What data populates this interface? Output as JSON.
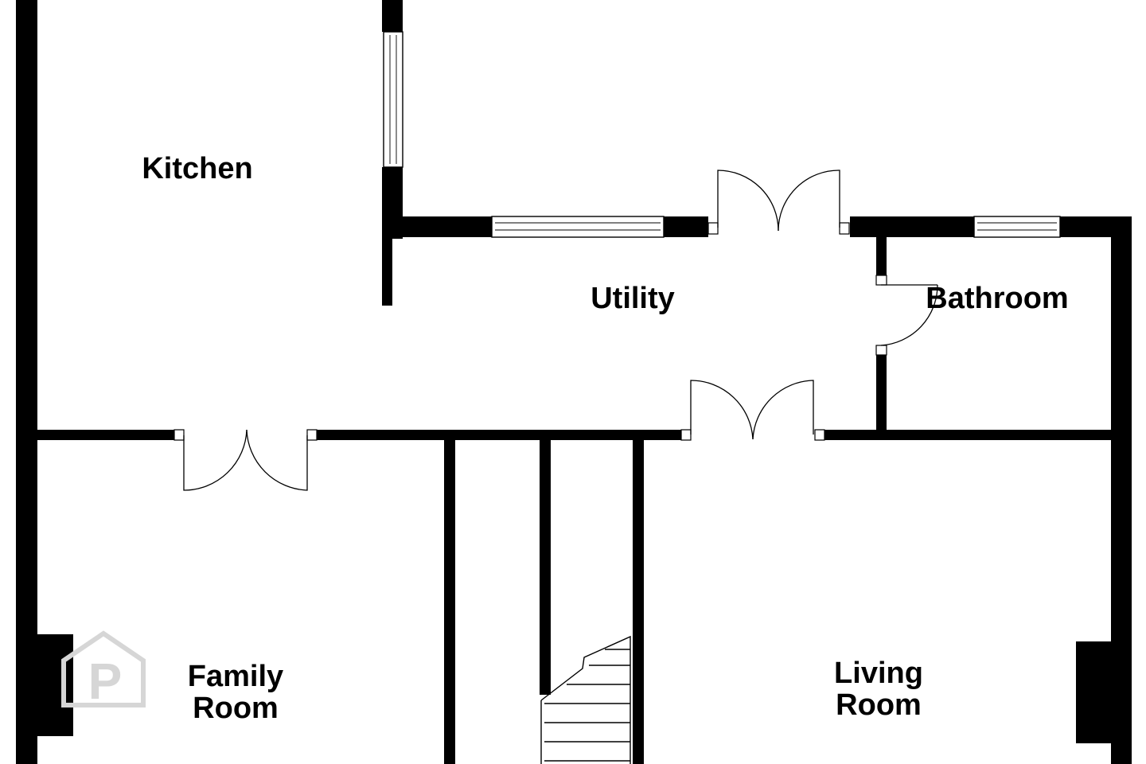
{
  "rooms": {
    "kitchen": "Kitchen",
    "utility": "Utility",
    "bathroom": "Bathroom",
    "family_room_line1": "Family",
    "family_room_line2": "Room",
    "living_room_line1": "Living",
    "living_room_line2": "Room"
  },
  "watermark": {
    "text": "P"
  },
  "colors": {
    "wall": "#000000",
    "background": "#ffffff",
    "watermark": "#d6d6d6"
  }
}
